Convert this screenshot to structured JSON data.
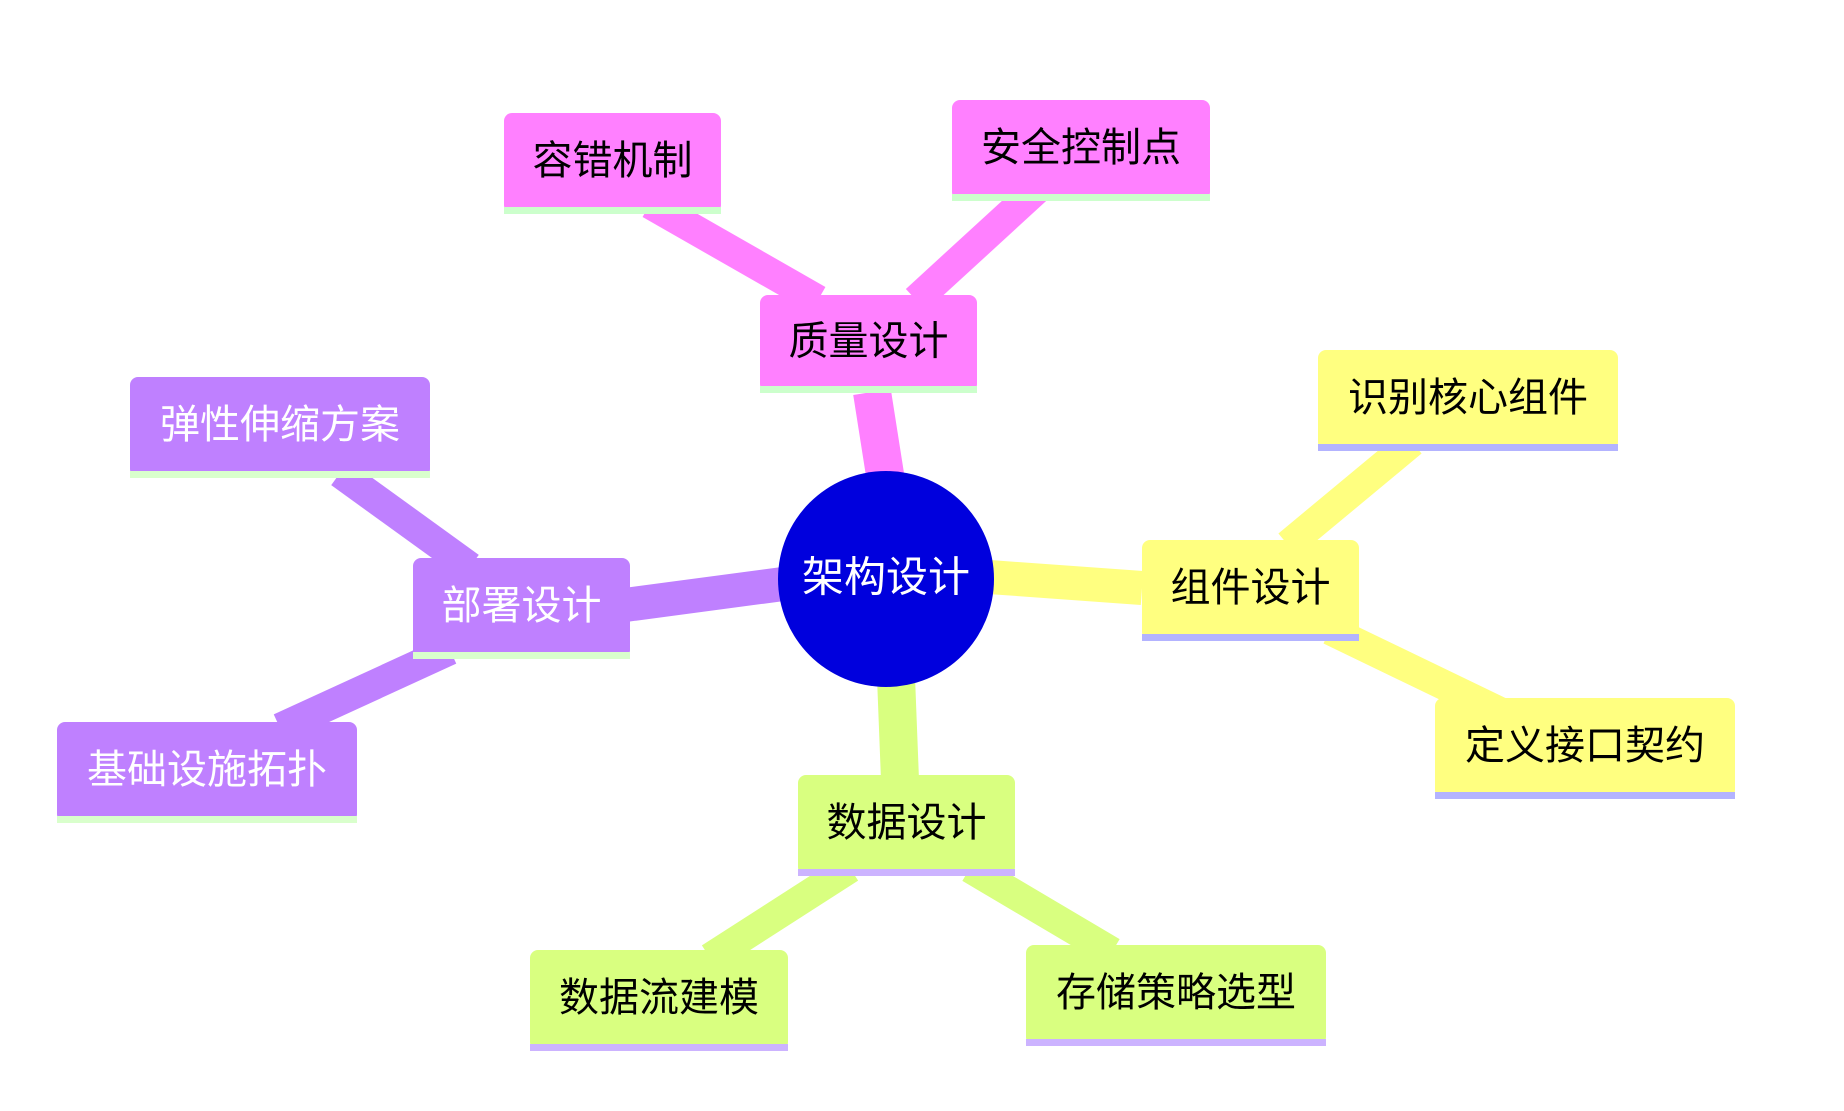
{
  "root": {
    "label": "架构设计",
    "fill": "#0000dd",
    "text_color": "#ffffff"
  },
  "branches": [
    {
      "key": "quality",
      "label": "质量设计",
      "color": "#ff80ff",
      "text_color": "#000000",
      "underline": "#ccffcc",
      "children": [
        {
          "key": "fault-tolerance",
          "label": "容错机制"
        },
        {
          "key": "security-control",
          "label": "安全控制点"
        }
      ]
    },
    {
      "key": "component",
      "label": "组件设计",
      "color": "#ffff80",
      "text_color": "#000000",
      "underline": "#b3b3ff",
      "children": [
        {
          "key": "identify-core",
          "label": "识别核心组件"
        },
        {
          "key": "define-interface",
          "label": "定义接口契约"
        }
      ]
    },
    {
      "key": "data",
      "label": "数据设计",
      "color": "#d9ff80",
      "text_color": "#000000",
      "underline": "#ccb3ff",
      "children": [
        {
          "key": "data-flow",
          "label": "数据流建模"
        },
        {
          "key": "storage-strategy",
          "label": "存储策略选型"
        }
      ]
    },
    {
      "key": "deployment",
      "label": "部署设计",
      "color": "#bf80ff",
      "text_color": "#ffffff",
      "underline": "#d9ffcc",
      "children": [
        {
          "key": "elastic-scaling",
          "label": "弹性伸缩方案"
        },
        {
          "key": "infra-topology",
          "label": "基础设施拓扑"
        }
      ]
    }
  ]
}
